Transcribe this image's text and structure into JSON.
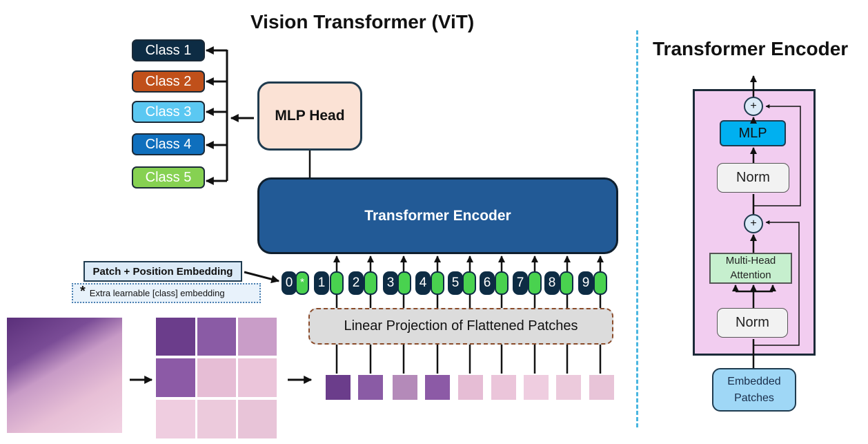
{
  "titles": {
    "vit": "Vision Transformer (ViT)",
    "encoder_panel": "Transformer Encoder"
  },
  "classes": [
    {
      "label": "Class 1",
      "color": "#0d2c44"
    },
    {
      "label": "Class 2",
      "color": "#c0501a"
    },
    {
      "label": "Class 3",
      "color": "#5bc8f2"
    },
    {
      "label": "Class 4",
      "color": "#0f6fbd"
    },
    {
      "label": "Class 5",
      "color": "#86d152"
    }
  ],
  "vit": {
    "mlp_head": "MLP Head",
    "encoder": "Transformer Encoder",
    "linear_projection": "Linear Projection of Flattened Patches",
    "patch_embedding": "Patch + Position Embedding",
    "class_note_star": "*",
    "class_note": "Extra learnable [class] embedding",
    "tokens": [
      "0",
      "1",
      "2",
      "3",
      "4",
      "5",
      "6",
      "7",
      "8",
      "9"
    ],
    "class_token_mark": "*"
  },
  "encoder_block": {
    "mlp": "MLP",
    "norm_top": "Norm",
    "norm_bottom": "Norm",
    "attention_line1": "Multi-Head",
    "attention_line2": "Attention",
    "add_symbol": "+",
    "input_line1": "Embedded",
    "input_line2": "Patches"
  },
  "colors": {
    "accent": "#225a96",
    "token_green": "#49d24f",
    "divider": "#49b6e0"
  }
}
